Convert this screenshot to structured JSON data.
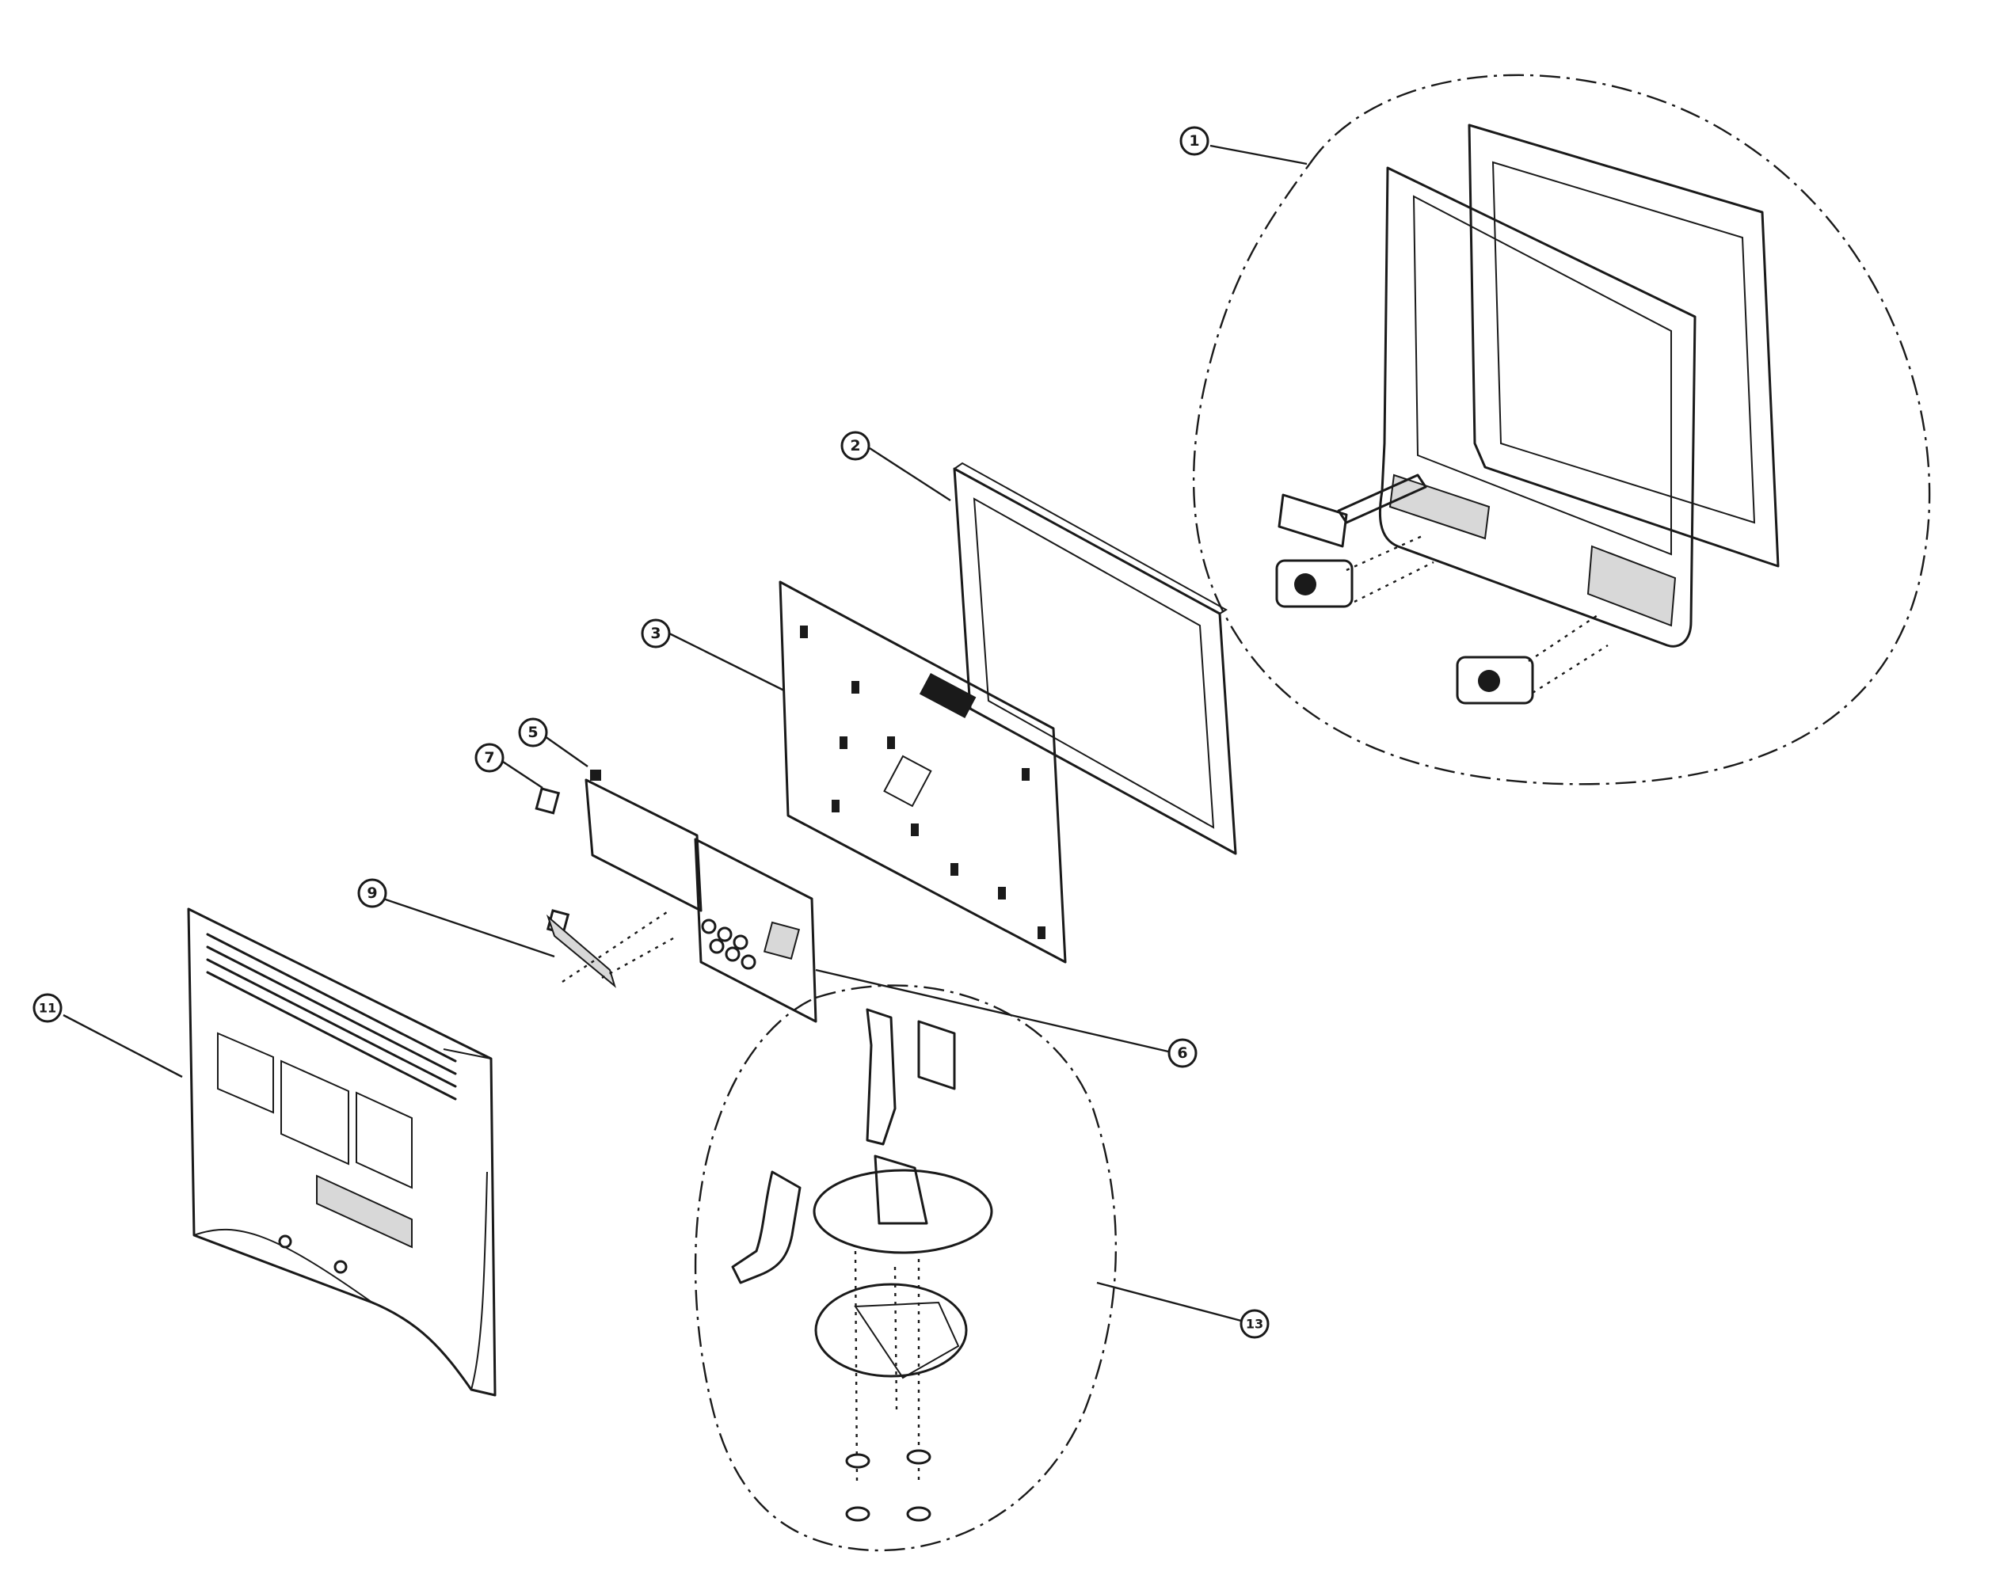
{
  "callouts": [
    {
      "id": "1",
      "label": "1"
    },
    {
      "id": "2",
      "label": "2"
    },
    {
      "id": "3",
      "label": "3"
    },
    {
      "id": "5",
      "label": "5"
    },
    {
      "id": "6",
      "label": "6"
    },
    {
      "id": "7",
      "label": "7"
    },
    {
      "id": "9",
      "label": "9"
    },
    {
      "id": "11",
      "label": "11"
    },
    {
      "id": "13",
      "label": "13"
    }
  ],
  "colors": {
    "ink": "#1a1a1a",
    "paper": "#ffffff"
  }
}
